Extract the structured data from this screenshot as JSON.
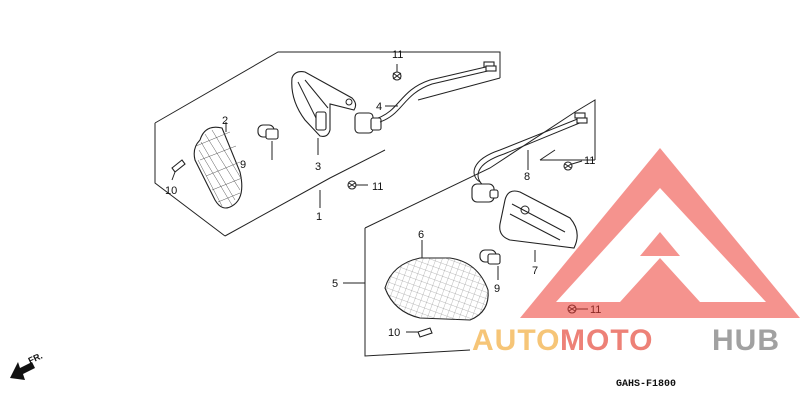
{
  "callouts": {
    "c1": "1",
    "c2": "2",
    "c3": "3",
    "c4": "4",
    "c5": "5",
    "c6": "6",
    "c7": "7",
    "c8": "8",
    "c9a": "9",
    "c9b": "9",
    "c10a": "10",
    "c10b": "10",
    "c11a": "11",
    "c11b": "11",
    "c11c": "11",
    "c11d": "11"
  },
  "fr_label": "FR.",
  "diagram_code": "GAHS-F1800",
  "watermark": {
    "part1": "AUTO",
    "part2": "MOTO",
    "part3": "HUB",
    "color_auto": "#f3b24a",
    "color_moto": "#e8574a",
    "color_hub": "#8a8a8a",
    "logo_color": "#ee3b33"
  }
}
